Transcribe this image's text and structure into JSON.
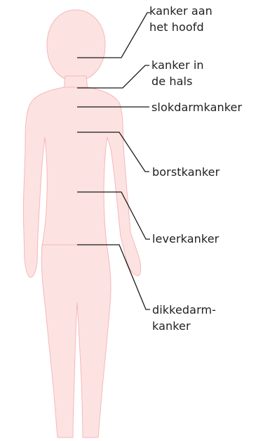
{
  "labels": {
    "head": [
      "kanker aan",
      "het hoofd"
    ],
    "neck": [
      "kanker in",
      "de hals"
    ],
    "esophagus": "slokdarmkanker",
    "breast": "borstkanker",
    "liver": "leverkanker",
    "colon": [
      "dikkedarm-",
      "kanker"
    ]
  },
  "colors": {
    "body_fill": "#fde2e2",
    "body_outline": "#f5b8b8",
    "leader_line": "#1a1a1a"
  }
}
